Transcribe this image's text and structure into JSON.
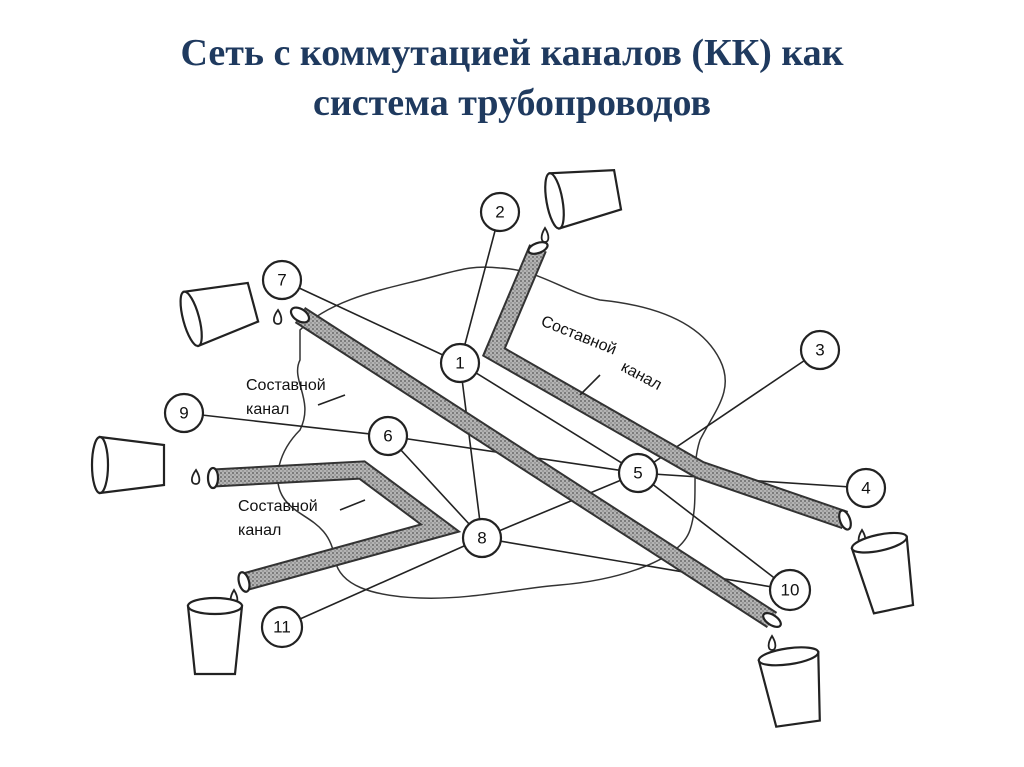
{
  "title": {
    "line1": "Сеть с коммутацией каналов (КК) как",
    "line2": "система трубопроводов"
  },
  "nodes": [
    {
      "id": "1",
      "label": "1"
    },
    {
      "id": "2",
      "label": "2"
    },
    {
      "id": "3",
      "label": "3"
    },
    {
      "id": "4",
      "label": "4"
    },
    {
      "id": "5",
      "label": "5"
    },
    {
      "id": "6",
      "label": "6"
    },
    {
      "id": "7",
      "label": "7"
    },
    {
      "id": "8",
      "label": "8"
    },
    {
      "id": "9",
      "label": "9"
    },
    {
      "id": "10",
      "label": "10"
    },
    {
      "id": "11",
      "label": "11"
    }
  ],
  "annotations": {
    "composite_channel_top_line1": "Составной",
    "composite_channel_top_line2": "канал",
    "composite_channel_left_line1": "Составной",
    "composite_channel_left_line2": "канал",
    "composite_channel_bottom_line1": "Составной",
    "composite_channel_bottom_line2": "канал"
  },
  "colors": {
    "title": "#1f3a5f",
    "pipe_fill": "#a8a8a8",
    "line": "#222222"
  }
}
